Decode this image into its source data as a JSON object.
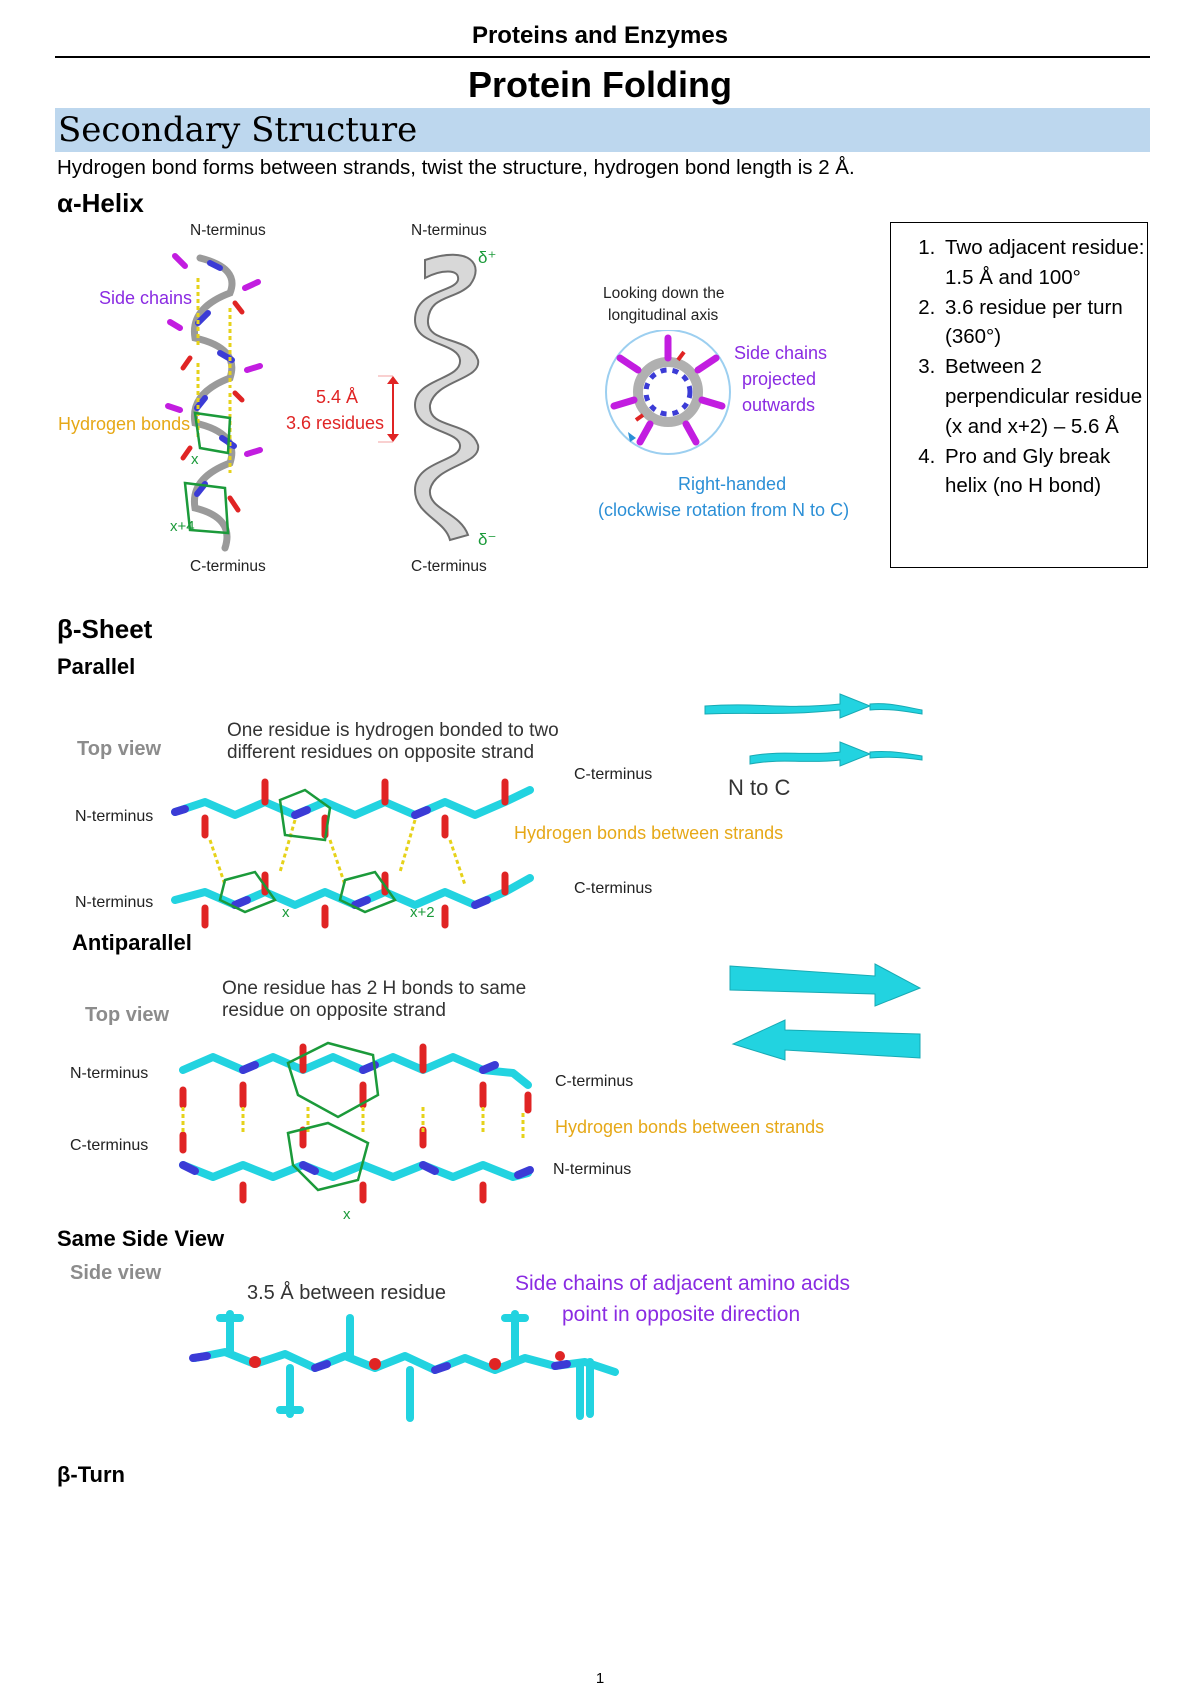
{
  "header": {
    "running_title": "Proteins and Enzymes"
  },
  "title": "Protein Folding",
  "section": {
    "heading": "Secondary Structure",
    "intro": "Hydrogen bond forms between strands, twist the structure, hydrogen bond length is 2 Å."
  },
  "alpha_helix": {
    "heading": "α-Helix",
    "labels": {
      "n_terminus_left": "N-terminus",
      "n_terminus_right": "N-terminus",
      "c_terminus_left": "C-terminus",
      "c_terminus_right": "C-terminus",
      "side_chains": "Side chains",
      "hydrogen_bonds": "Hydrogen bonds",
      "pitch_length": "5.4 Å",
      "pitch_residues": "3.6 residues",
      "x": "x",
      "x4": "x+4",
      "delta_plus": "δ⁺",
      "delta_minus": "δ⁻",
      "looking_down_1": "Looking down the",
      "looking_down_2": "longitudinal axis",
      "side_chains_out_1": "Side chains",
      "side_chains_out_2": "projected",
      "side_chains_out_3": "outwards",
      "right_handed_1": "Right-handed",
      "right_handed_2": "(clockwise rotation from N to C)"
    },
    "facts": [
      "Two adjacent residue: 1.5 Å and 100°",
      "3.6 residue per turn (360°)",
      "Between 2 perpendicular residue (x and x+2) – 5.6 Å",
      "Pro and Gly break helix (no H bond)"
    ]
  },
  "beta_sheet": {
    "heading": "β-Sheet",
    "parallel": {
      "heading": "Parallel",
      "top_view": "Top view",
      "note_1": "One residue is hydrogen bonded to two",
      "note_2": "different residues on opposite strand",
      "c_term_top": "C-terminus",
      "c_term_bottom": "C-terminus",
      "n_term_top": "N-terminus",
      "n_term_bottom": "N-terminus",
      "hbonds": "Hydrogen bonds between strands",
      "direction": "N to C",
      "x": "x",
      "x2": "x+2"
    },
    "antiparallel": {
      "heading": "Antiparallel",
      "top_view": "Top view",
      "note_1": "One residue has 2 H bonds to same",
      "note_2": "residue on opposite strand",
      "n_term_top": "N-terminus",
      "c_term_bottom": "C-terminus",
      "c_term_right": "C-terminus",
      "n_term_right": "N-terminus",
      "hbonds": "Hydrogen bonds between strands",
      "x": "x"
    },
    "same_side": {
      "heading": "Same Side View",
      "side_view": "Side view",
      "distance": "3.5 Å between residue",
      "note_1": "Side chains of adjacent amino acids",
      "note_2": "point in opposite direction"
    }
  },
  "beta_turn": {
    "heading": "β-Turn"
  },
  "page_number": "1",
  "colors": {
    "band": "#bdd7ee",
    "cyan": "#22d3e0",
    "green_outline": "#1b9a3a",
    "hbond_yellow": "#e6d21a",
    "purple": "#8a2be2",
    "red": "#e02424",
    "blue_text": "#2b8fd6"
  }
}
